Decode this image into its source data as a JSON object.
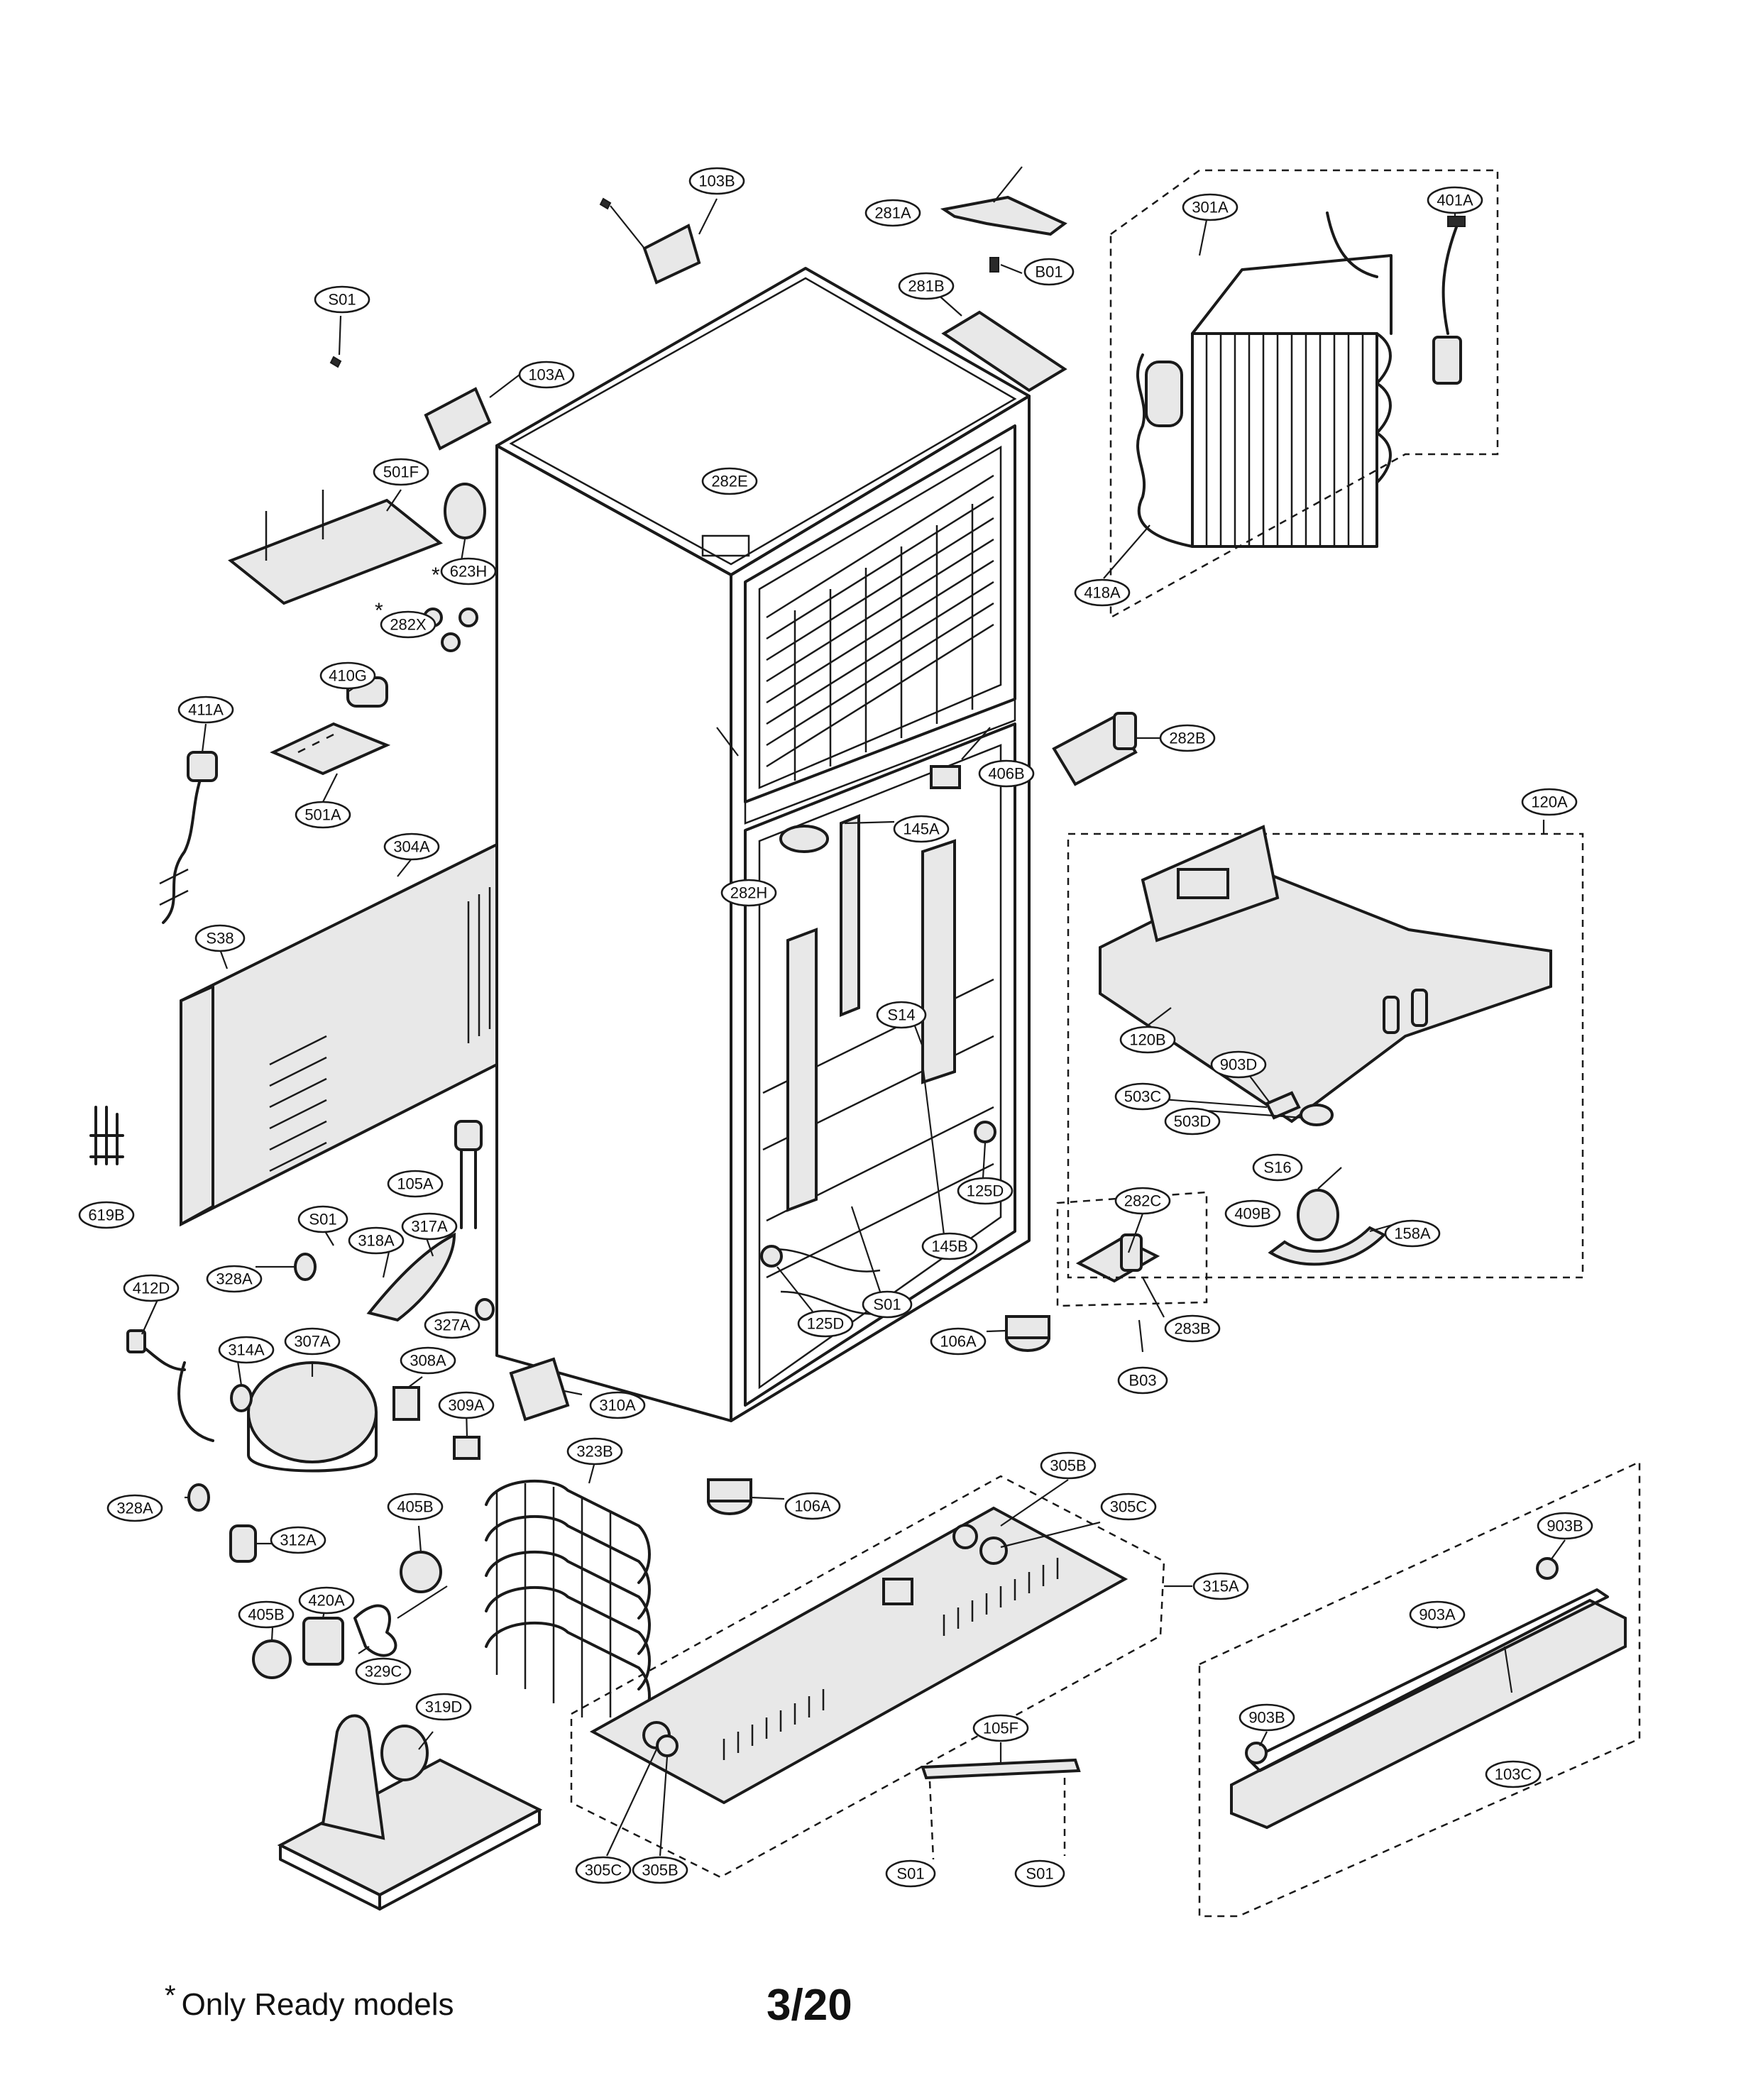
{
  "diagram": {
    "callouts": [
      {
        "id": "103B",
        "label": "103B"
      },
      {
        "id": "S01-a",
        "label": "S01"
      },
      {
        "id": "103A",
        "label": "103A"
      },
      {
        "id": "501F",
        "label": "501F"
      },
      {
        "id": "623H",
        "label": "623H",
        "marker": "*"
      },
      {
        "id": "282X",
        "label": "282X",
        "marker": "*"
      },
      {
        "id": "410G",
        "label": "410G"
      },
      {
        "id": "411A",
        "label": "411A"
      },
      {
        "id": "501A",
        "label": "501A"
      },
      {
        "id": "304A",
        "label": "304A"
      },
      {
        "id": "S38",
        "label": "S38"
      },
      {
        "id": "619B",
        "label": "619B"
      },
      {
        "id": "105A",
        "label": "105A"
      },
      {
        "id": "S01-b",
        "label": "S01"
      },
      {
        "id": "318A",
        "label": "318A"
      },
      {
        "id": "317A",
        "label": "317A"
      },
      {
        "id": "328A-a",
        "label": "328A"
      },
      {
        "id": "412D",
        "label": "412D"
      },
      {
        "id": "327A",
        "label": "327A"
      },
      {
        "id": "307A",
        "label": "307A"
      },
      {
        "id": "314A",
        "label": "314A"
      },
      {
        "id": "308A",
        "label": "308A"
      },
      {
        "id": "309A",
        "label": "309A"
      },
      {
        "id": "310A",
        "label": "310A"
      },
      {
        "id": "323B",
        "label": "323B"
      },
      {
        "id": "328A-b",
        "label": "328A"
      },
      {
        "id": "312A",
        "label": "312A"
      },
      {
        "id": "405B-a",
        "label": "405B"
      },
      {
        "id": "420A",
        "label": "420A"
      },
      {
        "id": "405B-b",
        "label": "405B"
      },
      {
        "id": "329C",
        "label": "329C"
      },
      {
        "id": "319D",
        "label": "319D"
      },
      {
        "id": "281A",
        "label": "281A"
      },
      {
        "id": "281B",
        "label": "281B"
      },
      {
        "id": "B01",
        "label": "B01"
      },
      {
        "id": "282E",
        "label": "282E"
      },
      {
        "id": "301A",
        "label": "301A"
      },
      {
        "id": "401A",
        "label": "401A"
      },
      {
        "id": "418A",
        "label": "418A"
      },
      {
        "id": "282B",
        "label": "282B"
      },
      {
        "id": "406B",
        "label": "406B"
      },
      {
        "id": "145A",
        "label": "145A"
      },
      {
        "id": "282H",
        "label": "282H"
      },
      {
        "id": "S14",
        "label": "S14"
      },
      {
        "id": "125D-a",
        "label": "125D"
      },
      {
        "id": "145B",
        "label": "145B"
      },
      {
        "id": "S01-c",
        "label": "S01"
      },
      {
        "id": "125D-b",
        "label": "125D"
      },
      {
        "id": "106A-a",
        "label": "106A"
      },
      {
        "id": "106A-b",
        "label": "106A"
      },
      {
        "id": "120A",
        "label": "120A"
      },
      {
        "id": "120B",
        "label": "120B"
      },
      {
        "id": "903D",
        "label": "903D"
      },
      {
        "id": "503C",
        "label": "503C"
      },
      {
        "id": "503D",
        "label": "503D"
      },
      {
        "id": "S16",
        "label": "S16"
      },
      {
        "id": "409B",
        "label": "409B"
      },
      {
        "id": "158A",
        "label": "158A"
      },
      {
        "id": "282C",
        "label": "282C"
      },
      {
        "id": "283B",
        "label": "283B"
      },
      {
        "id": "B03",
        "label": "B03"
      },
      {
        "id": "305B-a",
        "label": "305B"
      },
      {
        "id": "305C-a",
        "label": "305C"
      },
      {
        "id": "315A",
        "label": "315A"
      },
      {
        "id": "305C-b",
        "label": "305C"
      },
      {
        "id": "305B-b",
        "label": "305B"
      },
      {
        "id": "105F",
        "label": "105F"
      },
      {
        "id": "S01-d",
        "label": "S01"
      },
      {
        "id": "S01-e",
        "label": "S01"
      },
      {
        "id": "903B-a",
        "label": "903B"
      },
      {
        "id": "903A",
        "label": "903A"
      },
      {
        "id": "903B-b",
        "label": "903B"
      },
      {
        "id": "103C",
        "label": "103C"
      }
    ]
  },
  "footnote": {
    "marker": "*",
    "text": "Only Ready models"
  },
  "page_number": "3/20"
}
